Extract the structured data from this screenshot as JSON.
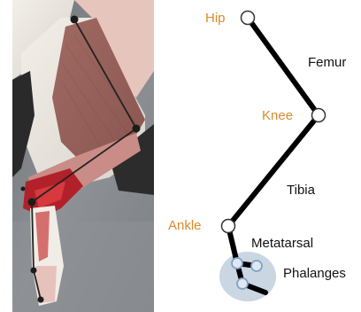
{
  "joints": {
    "hip": "Hip",
    "knee": "Knee",
    "ankle": "Ankle"
  },
  "bones": {
    "femur": "Femur",
    "tibia": "Tibia",
    "metatarsal": "Metatarsal",
    "phalanges": "Phalanges"
  },
  "colors": {
    "joint_label": "#d98a2b",
    "bone_label": "#111111",
    "skeleton": "#000000",
    "joint_marker": "#ffffff",
    "phalanges_region": "#b8c8d8",
    "phalanges_marker": "#7fa2c8"
  },
  "photo": {
    "subject": "dissected rodent hind limb with dark keypoint markers connected by lines"
  }
}
